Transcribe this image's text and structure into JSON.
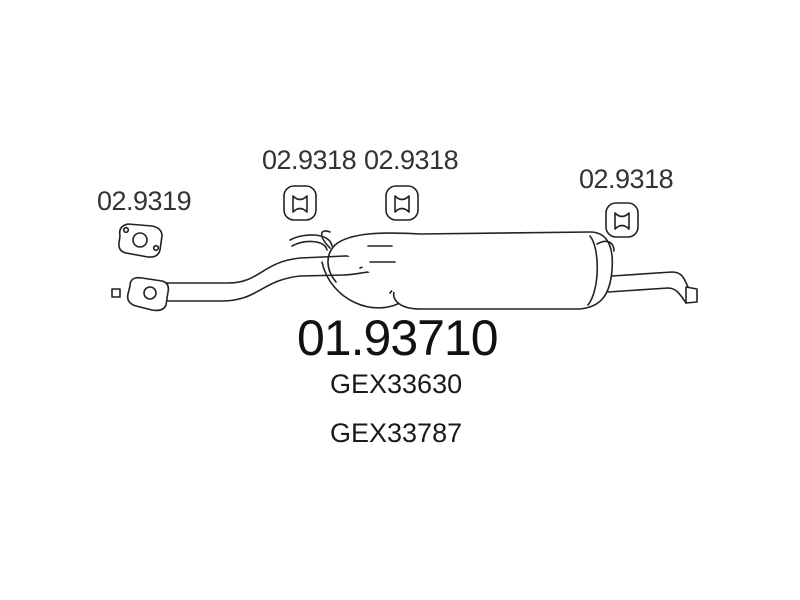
{
  "main_part_number": "01.93710",
  "reference_numbers": [
    "GEX33630",
    "GEX33787"
  ],
  "component_labels": {
    "gasket": "02.9319",
    "hanger_1": "02.9318",
    "hanger_2": "02.9318",
    "hanger_3": "02.9318"
  }
}
